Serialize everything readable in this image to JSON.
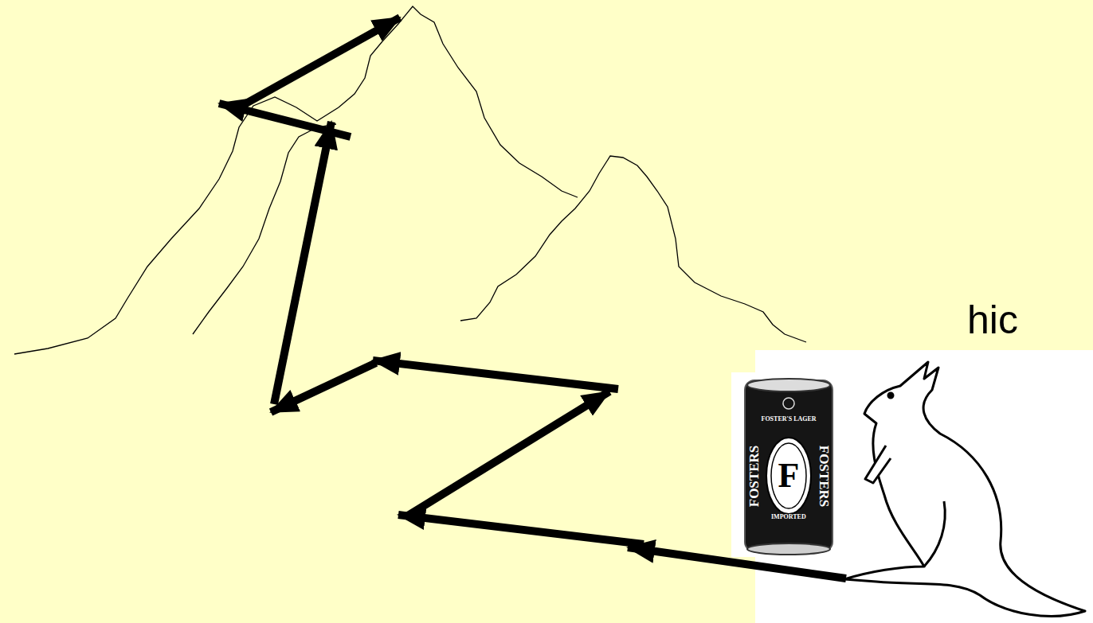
{
  "diagram": {
    "labels": [
      "hic",
      "FOSTER'S LAGER",
      "FOSTERS",
      "F",
      "IMPORTED",
      "FOSTERS"
    ]
  }
}
